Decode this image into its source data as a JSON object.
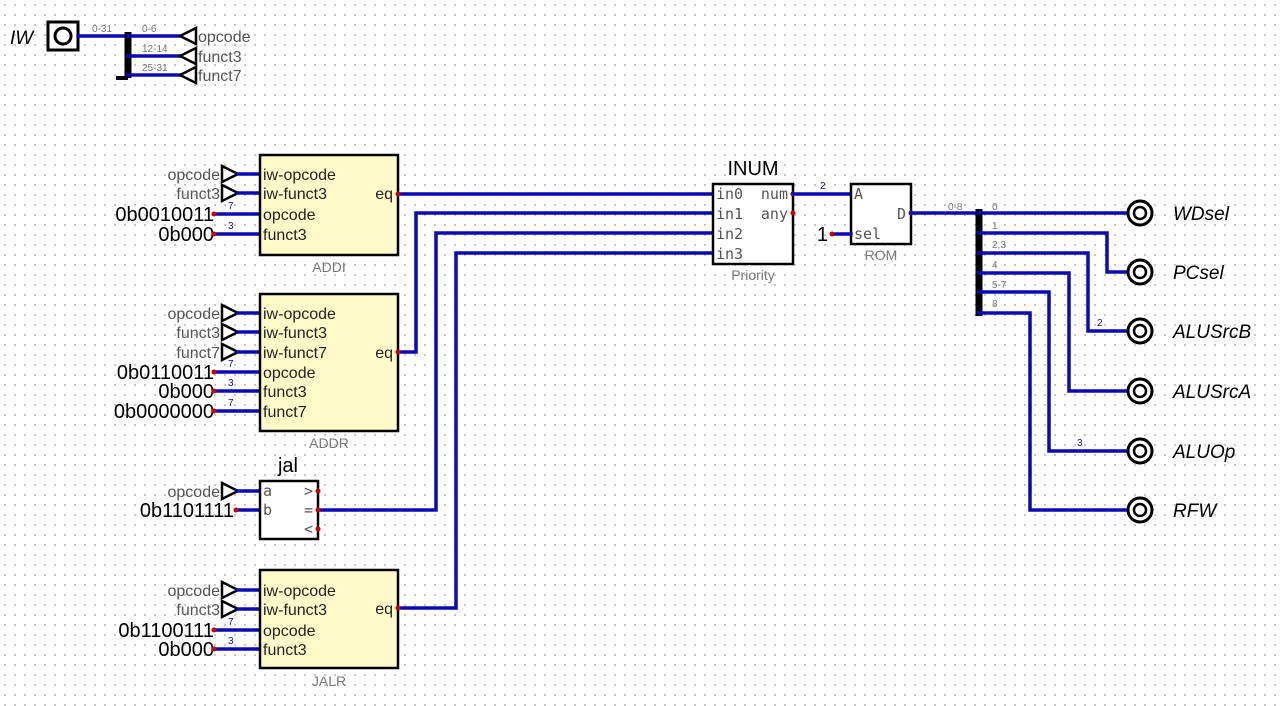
{
  "input_pin": {
    "label": "IW",
    "bits": "0-31"
  },
  "splitter_in": {
    "ranges": [
      "0-6",
      "12-14",
      "25-31"
    ]
  },
  "tunnels": [
    "opcode",
    "funct3",
    "funct7"
  ],
  "addi": {
    "name": "ADDI",
    "ports": [
      "iw-opcode",
      "iw-funct3",
      "opcode",
      "funct3"
    ],
    "out": "eq",
    "tunnels": [
      "opcode",
      "funct3"
    ],
    "consts": [
      "0b0010011",
      "0b000"
    ],
    "widths": [
      "7",
      "3"
    ]
  },
  "addr": {
    "name": "ADDR",
    "ports": [
      "iw-opcode",
      "iw-funct3",
      "iw-funct7",
      "opcode",
      "funct3",
      "funct7"
    ],
    "out": "eq",
    "tunnels": [
      "opcode",
      "funct3",
      "funct7"
    ],
    "consts": [
      "0b0110011",
      "0b000",
      "0b0000000"
    ],
    "widths": [
      "7",
      "3",
      "7"
    ]
  },
  "jal": {
    "name": "jal",
    "ports": [
      "a",
      "b"
    ],
    "outs": [
      ">",
      "=",
      "<"
    ],
    "tunnel": "opcode",
    "const": "0b1101111"
  },
  "jalr": {
    "name": "JALR",
    "ports": [
      "iw-opcode",
      "iw-funct3",
      "opcode",
      "funct3"
    ],
    "out": "eq",
    "tunnels": [
      "opcode",
      "funct3"
    ],
    "consts": [
      "0b1100111",
      "0b000"
    ],
    "widths": [
      "7",
      "3"
    ]
  },
  "priority": {
    "title": "INUM",
    "name": "Priority",
    "inputs": [
      "in0",
      "in1",
      "in2",
      "in3"
    ],
    "outputs": [
      "num",
      "any"
    ],
    "num_width": "2"
  },
  "rom": {
    "name": "ROM",
    "ports": [
      "A",
      "sel",
      "D"
    ],
    "sel_const": "1",
    "data_bits": "0-8"
  },
  "splitter_out": {
    "ranges": [
      "0",
      "1",
      "2,3",
      "4",
      "5-7",
      "8"
    ]
  },
  "outputs": [
    {
      "label": "WDsel",
      "width": ""
    },
    {
      "label": "PCsel",
      "width": ""
    },
    {
      "label": "ALUSrcB",
      "width": "2"
    },
    {
      "label": "ALUSrcA",
      "width": ""
    },
    {
      "label": "ALUOp",
      "width": "3"
    },
    {
      "label": "RFW",
      "width": ""
    }
  ],
  "colors": {
    "wire": "#0a0ab4",
    "component_fill": "#fffac8",
    "pin_dot": "#c80000"
  }
}
